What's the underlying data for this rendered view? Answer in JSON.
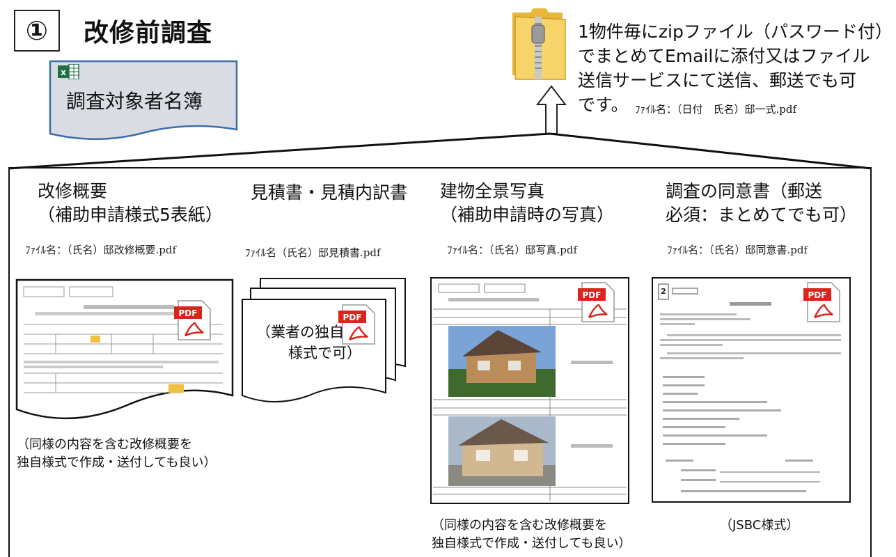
{
  "header": {
    "step_number": "①",
    "title": "改修前調査"
  },
  "roster": {
    "excel_icon": "excel-icon",
    "label": "調査対象者名簿"
  },
  "delivery": {
    "zip_icon": "zip-folder-icon",
    "arrow_icon": "up-arrow-icon",
    "lines": [
      "1物件毎にzipファイル（パスワード付）",
      "でまとめてEmailに添付又はファイル",
      "送信サービスにて送信、郵送でも可",
      "です。"
    ],
    "filename": "ﾌｧｲﾙ名：（日付　氏名）邸一式.pdf"
  },
  "columns": [
    {
      "title_lines": [
        "改修概要",
        "（補助申請様式5表紙）"
      ],
      "filename": "ﾌｧｲﾙ名：（氏名）邸改修概要.pdf",
      "note_lines": [
        "（同様の内容を含む改修概要を",
        "独自様式で作成・送付しても良い）"
      ]
    },
    {
      "title_lines": [
        "見積書・見積内訳書"
      ],
      "filename": "ﾌｧｲﾙ名（氏名）邸見積書.pdf",
      "doc_text_lines": [
        "（業者の独自",
        "様式で可）"
      ]
    },
    {
      "title_lines": [
        "建物全景写真",
        "（補助申請時の写真）"
      ],
      "filename": "ﾌｧｲﾙ名：（氏名）邸写真.pdf",
      "note_lines": [
        "（同様の内容を含む改修概要を",
        "独自様式で作成・送付しても良い）"
      ]
    },
    {
      "title_lines": [
        "調査の同意書（郵送",
        "必須：まとめてでも可）"
      ],
      "filename": "ﾌｧｲﾙ名：（氏名）邸同意書.pdf",
      "note_lines": [
        "（JSBC様式）"
      ]
    }
  ],
  "pdf_label": "PDF"
}
